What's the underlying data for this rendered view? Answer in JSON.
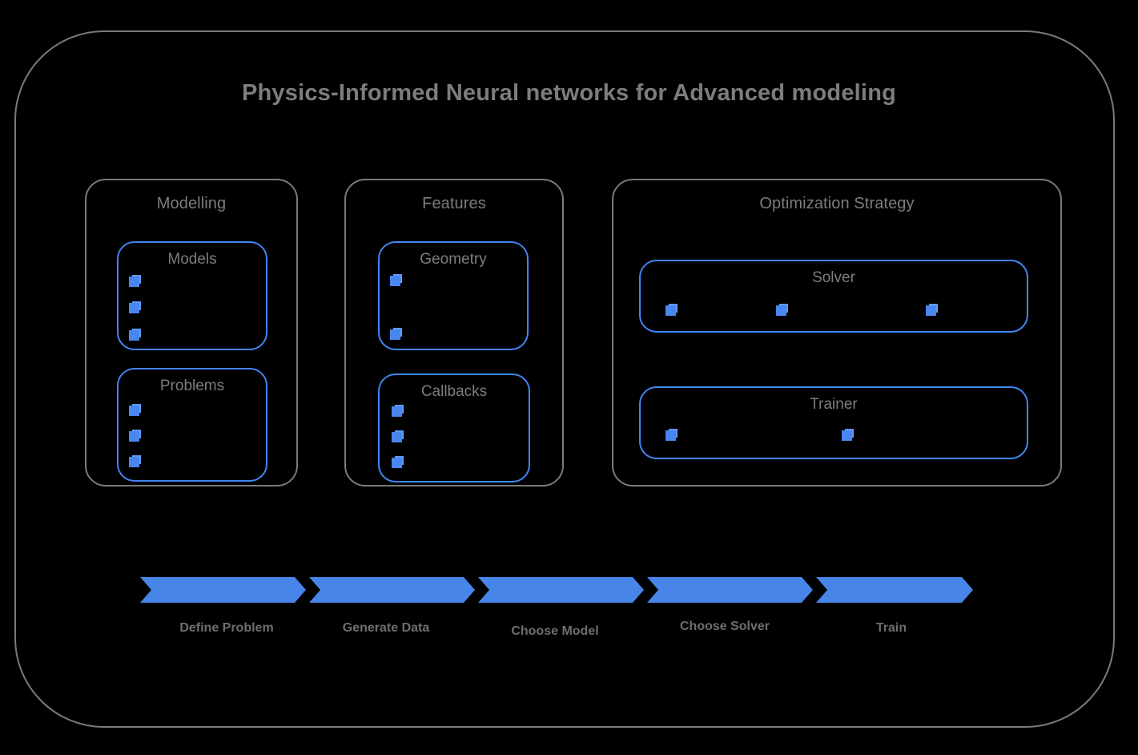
{
  "diagram": {
    "title": "Physics-Informed Neural networks for Advanced modeling",
    "colors": {
      "background": "#000000",
      "frame_stroke": "#7a7a78",
      "text_grey": "#7d7d7b",
      "accent_blue": "#4285f4",
      "chevron_blue": "#4785e8"
    }
  },
  "groups": [
    {
      "id": "modelling",
      "label": "Modelling",
      "cards": [
        {
          "id": "models",
          "label": "Models",
          "bullet_count": 3
        },
        {
          "id": "problems",
          "label": "Problems",
          "bullet_count": 3
        }
      ]
    },
    {
      "id": "features",
      "label": "Features",
      "cards": [
        {
          "id": "geometry",
          "label": "Geometry",
          "bullet_count": 2
        },
        {
          "id": "callbacks",
          "label": "Callbacks",
          "bullet_count": 3
        }
      ]
    },
    {
      "id": "optimization",
      "label": "Optimization Strategy",
      "cards": [
        {
          "id": "solver",
          "label": "Solver",
          "bullet_count": 3
        },
        {
          "id": "trainer",
          "label": "Trainer",
          "bullet_count": 2
        }
      ]
    }
  ],
  "process_flow": {
    "steps": [
      {
        "label": "Define Problem"
      },
      {
        "label": "Generate Data"
      },
      {
        "label": "Choose Model"
      },
      {
        "label": "Choose Solver"
      },
      {
        "label": "Train"
      }
    ]
  }
}
